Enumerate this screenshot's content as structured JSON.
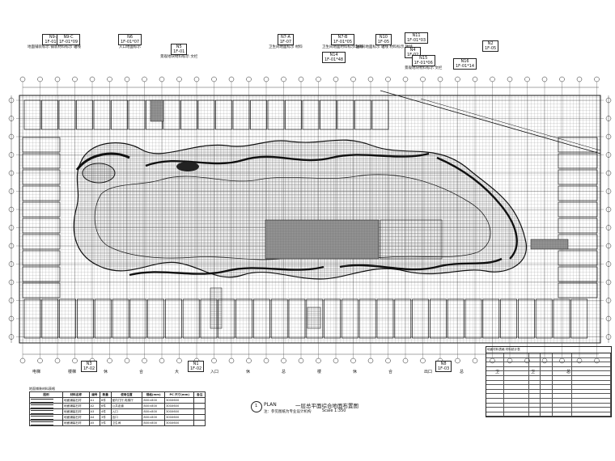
{
  "drawing": {
    "title": "一层总平面综合地面布置图",
    "scale": "Scale 1:350",
    "plan_label": "PLAN",
    "plan_number": "1",
    "subtitle": "注：参见图纸为专业设计机构"
  },
  "top_tags": [
    {
      "code": "N9-A",
      "ref": "1F-01*07",
      "note": "地面铺装标示 铺装材料标示 轴线"
    },
    {
      "code": "N9-C",
      "ref": "1F-01*09",
      "note": ""
    },
    {
      "code": "N6",
      "ref": "1F-01*07",
      "note": "入口地面标示"
    },
    {
      "code": "N5",
      "ref": "1F-01",
      "note": "景观地块材料标示 文栏"
    },
    {
      "code": "N7-A",
      "ref": "1F-07",
      "note": "卫生间地面标示 材料"
    },
    {
      "code": "N7-B",
      "ref": "1F-01*05",
      "note": "卫生间地面材料标示 轴线"
    },
    {
      "code": "N14",
      "ref": "1F-01*48",
      "note": ""
    },
    {
      "code": "N10",
      "ref": "1F-05",
      "note": "电梯间地面标示 轴线 材料标示 轴线"
    },
    {
      "code": "N11",
      "ref": "1F-01*03",
      "note": ""
    },
    {
      "code": "N4",
      "ref": "1F-02",
      "note": ""
    },
    {
      "code": "N15",
      "ref": "1F-01*06",
      "note": "景观地块材料标示 文栏"
    },
    {
      "code": "N16",
      "ref": "1F-01*14",
      "note": ""
    },
    {
      "code": "N2",
      "ref": "1F-05",
      "note": ""
    }
  ],
  "bottom_tags": [
    {
      "code": "N3",
      "ref": "1F-02"
    },
    {
      "code": "N1",
      "ref": "1F-02"
    },
    {
      "code": "N8",
      "ref": "1F-03"
    }
  ],
  "bottom_labels": [
    "电梯",
    "楼梯",
    "休",
    "合",
    "大",
    "入口",
    "休",
    "总",
    "楼",
    "休",
    "合",
    "出口",
    "总",
    "卫",
    "卫",
    "总"
  ],
  "legend": {
    "title": "地面铺装材料表格",
    "headers": [
      "图例",
      "材料名称",
      "编号",
      "数量",
      "使用位置",
      "规格(mm)",
      "PC 尺寸(mm)",
      "备注"
    ],
    "rows": [
      [
        "",
        "地面铺装石材",
        "A1",
        "6件",
        "室内门厅,电梯厅",
        "800×800",
        "300X600",
        "",
        ""
      ],
      [
        "",
        "地面铺装石材",
        "A2",
        "6件",
        "公共走道",
        "800×800",
        "300X600",
        "",
        ""
      ],
      [
        "",
        "地面铺装石材",
        "A3",
        "4件",
        "入口",
        "800×800",
        "300X600",
        "",
        ""
      ],
      [
        "",
        "地面铺装石材",
        "A4",
        "3件",
        "出口",
        "800×800",
        "300X600",
        "",
        ""
      ],
      [
        "",
        "地面铺装石材",
        "A5",
        "5件",
        "卫生间",
        "800×800",
        "300X600",
        "",
        ""
      ]
    ]
  },
  "right_table": {
    "title": "地面材料表格 材料统计表",
    "rows": 14
  }
}
